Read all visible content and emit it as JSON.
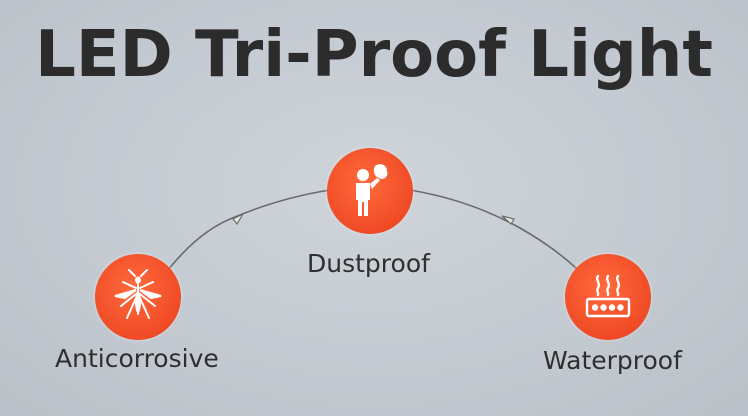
{
  "title": "LED Tri-Proof Light",
  "features": [
    {
      "label": "Anticorrosive",
      "icon": "mosquito-icon"
    },
    {
      "label": "Dustproof",
      "icon": "person-wiping-icon"
    },
    {
      "label": "Waterproof",
      "icon": "heat-waves-icon"
    }
  ],
  "colors": {
    "accent": "#f04b26",
    "text": "#2c2c2c",
    "background": "#c6ccd2",
    "connector": "#6e6e6e"
  }
}
